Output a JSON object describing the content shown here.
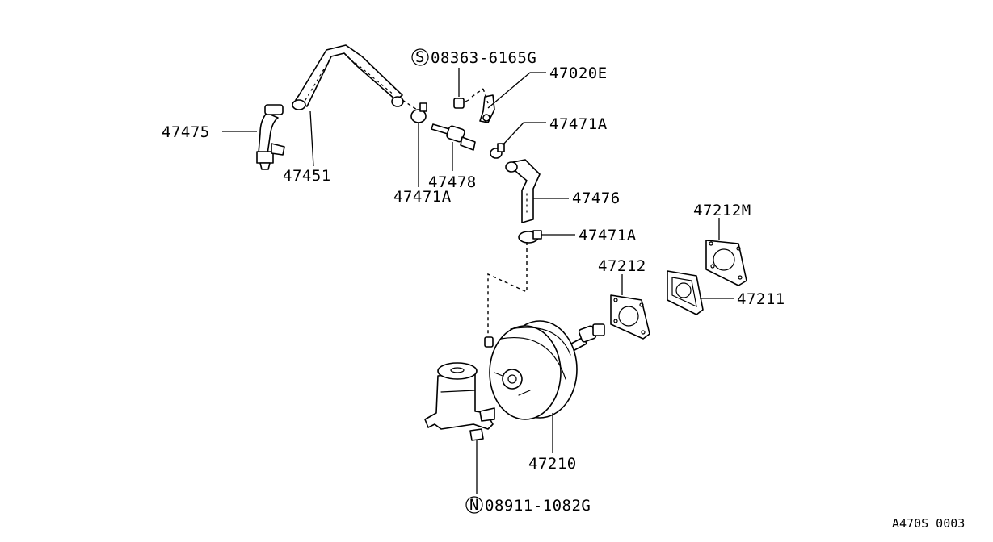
{
  "diagram": {
    "code": "A470S 0003",
    "labels": {
      "p47475": "47475",
      "p47451": "47451",
      "p08363": "08363-6165G",
      "p08363_prefix": "S",
      "p47020E": "47020E",
      "p47471A_a": "47471A",
      "p47478": "47478",
      "p47471A_b": "47471A",
      "p47476": "47476",
      "p47471A_c": "47471A",
      "p47212M": "47212M",
      "p47212": "47212",
      "p47211": "47211",
      "p47210": "47210",
      "p08911": "08911-1082G",
      "p08911_prefix": "N"
    }
  }
}
